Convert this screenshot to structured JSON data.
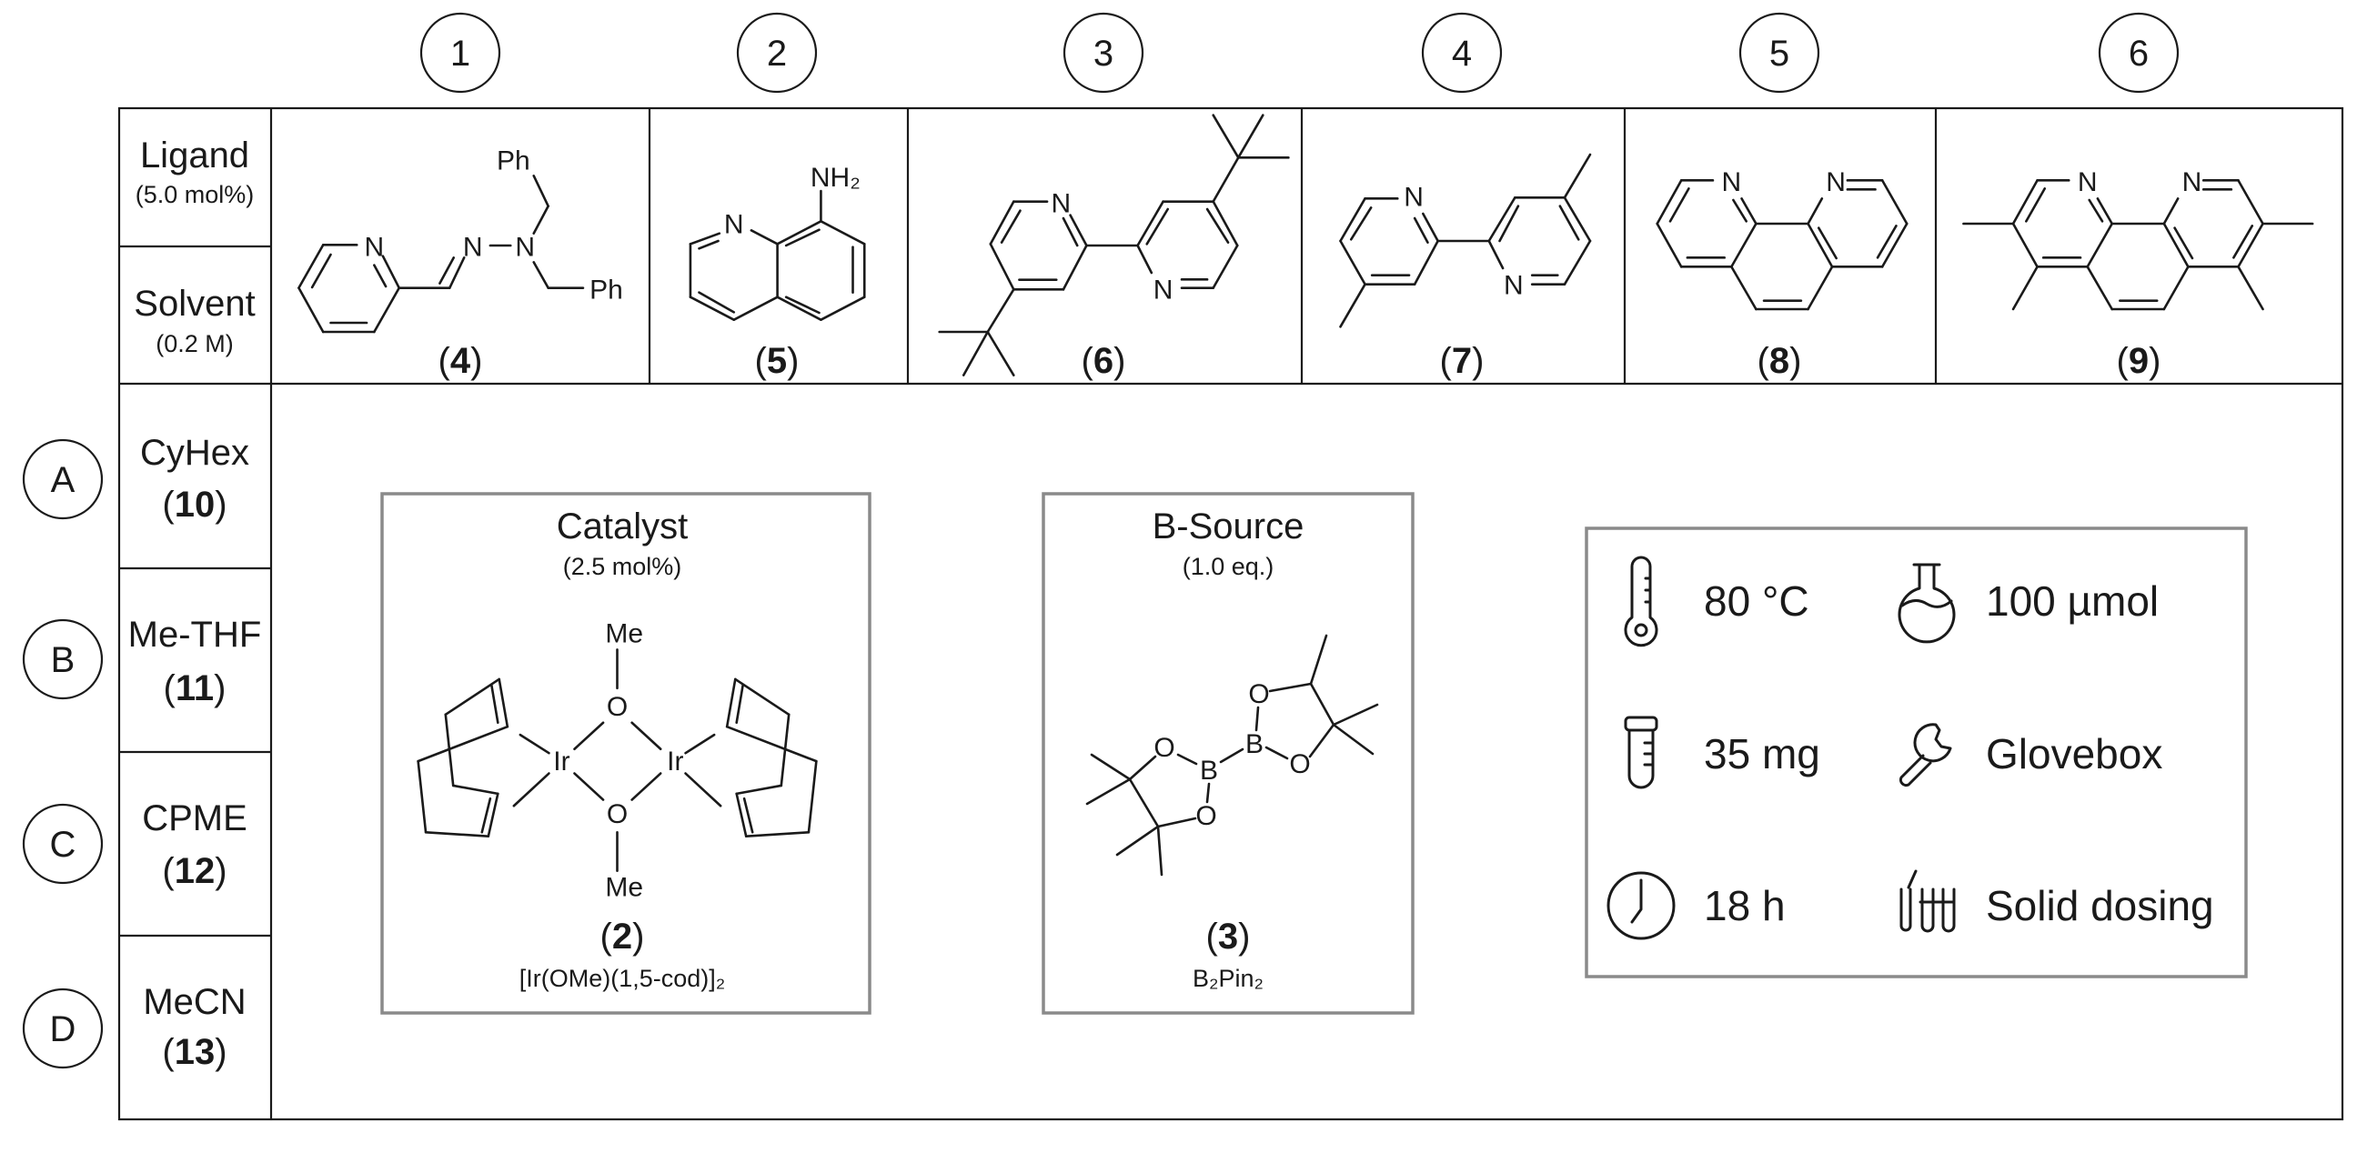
{
  "columns": [
    "1",
    "2",
    "3",
    "4",
    "5",
    "6"
  ],
  "header": {
    "ligand_label": "Ligand",
    "ligand_amount": "(5.0 mol%)",
    "solvent_label": "Solvent",
    "solvent_conc": "(0.2 M)"
  },
  "rows": [
    {
      "letter": "A",
      "solvent": "CyHex",
      "compound": "10"
    },
    {
      "letter": "B",
      "solvent": "Me-THF",
      "compound": "11"
    },
    {
      "letter": "C",
      "solvent": "CPME",
      "compound": "12"
    },
    {
      "letter": "D",
      "solvent": "MeCN",
      "compound": "13"
    }
  ],
  "ligands": [
    {
      "compound": "4",
      "atoms": [
        "N",
        "N",
        "N",
        "Ph",
        "Ph"
      ]
    },
    {
      "compound": "5",
      "atoms": [
        "N",
        "NH₂"
      ]
    },
    {
      "compound": "6",
      "atoms": [
        "N",
        "N"
      ]
    },
    {
      "compound": "7",
      "atoms": [
        "N",
        "N"
      ]
    },
    {
      "compound": "8",
      "atoms": [
        "N",
        "N"
      ]
    },
    {
      "compound": "9",
      "atoms": [
        "N",
        "N"
      ]
    }
  ],
  "catalyst": {
    "title": "Catalyst",
    "amount": "(2.5 mol%)",
    "compound": "2",
    "formula": "[Ir(OMe)(1,5-cod)]₂",
    "atoms": [
      "Me",
      "O",
      "Ir",
      "Ir",
      "O",
      "Me"
    ]
  },
  "boron_source": {
    "title": "B-Source",
    "amount": "(1.0 eq.)",
    "compound": "3",
    "formula": "B₂Pin₂",
    "atoms": [
      "O",
      "B",
      "O",
      "B",
      "O",
      "O"
    ]
  },
  "conditions": [
    {
      "icon": "thermometer-icon",
      "text": "80 °C"
    },
    {
      "icon": "flask-icon",
      "text": "100 µmol"
    },
    {
      "icon": "vial-icon",
      "text": "35 mg"
    },
    {
      "icon": "wrench-icon",
      "text": "Glovebox"
    },
    {
      "icon": "clock-icon",
      "text": "18 h"
    },
    {
      "icon": "test-tubes-icon",
      "text": "Solid dosing"
    }
  ]
}
